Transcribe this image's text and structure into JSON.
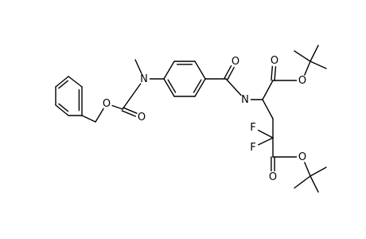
{
  "molecule": {
    "atoms": [
      {
        "id": "ph1",
        "element": "C"
      },
      {
        "id": "ph2",
        "element": "C"
      },
      {
        "id": "ph3",
        "element": "C"
      },
      {
        "id": "ph4",
        "element": "C"
      },
      {
        "id": "ph5",
        "element": "C"
      },
      {
        "id": "ph6",
        "element": "C"
      },
      {
        "id": "ch2_benzyl",
        "element": "C"
      },
      {
        "id": "o_ester",
        "label": "O",
        "element": "O"
      },
      {
        "id": "c_carbamate",
        "element": "C"
      },
      {
        "id": "o_carbonyl1",
        "label": "O",
        "element": "O"
      },
      {
        "id": "n_carbamate",
        "label": "N",
        "element": "N"
      },
      {
        "id": "me_n",
        "element": "C"
      },
      {
        "id": "ar1",
        "element": "C"
      },
      {
        "id": "ar2",
        "element": "C"
      },
      {
        "id": "ar3",
        "element": "C"
      },
      {
        "id": "ar4",
        "element": "C"
      },
      {
        "id": "ar5",
        "element": "C"
      },
      {
        "id": "ar6",
        "element": "C"
      },
      {
        "id": "c_amide",
        "element": "C"
      },
      {
        "id": "o_amide",
        "label": "O",
        "element": "O"
      },
      {
        "id": "n_amide",
        "label": "N",
        "element": "N"
      },
      {
        "id": "c_alpha",
        "element": "C"
      },
      {
        "id": "c_ester1",
        "element": "C"
      },
      {
        "id": "o_ester1_db",
        "label": "O",
        "element": "O"
      },
      {
        "id": "o_ester1",
        "label": "O",
        "element": "O"
      },
      {
        "id": "tbu1_c",
        "element": "C"
      },
      {
        "id": "tbu1_m1",
        "element": "C"
      },
      {
        "id": "tbu1_m2",
        "element": "C"
      },
      {
        "id": "tbu1_m3",
        "element": "C"
      },
      {
        "id": "c_beta",
        "element": "C"
      },
      {
        "id": "c_cf2",
        "element": "C"
      },
      {
        "id": "f1",
        "label": "F",
        "element": "F"
      },
      {
        "id": "f2",
        "label": "F",
        "element": "F"
      },
      {
        "id": "c_ester2",
        "element": "C"
      },
      {
        "id": "o_ester2_db",
        "label": "O",
        "element": "O"
      },
      {
        "id": "o_ester2",
        "label": "O",
        "element": "O"
      },
      {
        "id": "tbu2_c",
        "element": "C"
      },
      {
        "id": "tbu2_m1",
        "element": "C"
      },
      {
        "id": "tbu2_m2",
        "element": "C"
      },
      {
        "id": "tbu2_m3",
        "element": "C"
      }
    ],
    "bonds": [
      {
        "a": "ph1",
        "b": "ph2",
        "order": 1
      },
      {
        "a": "ph2",
        "b": "ph3",
        "order": 2,
        "inner": true
      },
      {
        "a": "ph3",
        "b": "ph4",
        "order": 1
      },
      {
        "a": "ph4",
        "b": "ph5",
        "order": 2,
        "inner": true
      },
      {
        "a": "ph5",
        "b": "ph6",
        "order": 1
      },
      {
        "a": "ph6",
        "b": "ph1",
        "order": 2,
        "inner": true
      },
      {
        "a": "ph1",
        "b": "ch2_benzyl",
        "order": 1
      },
      {
        "a": "ch2_benzyl",
        "b": "o_ester",
        "order": 1
      },
      {
        "a": "o_ester",
        "b": "c_carbamate",
        "order": 1
      },
      {
        "a": "c_carbamate",
        "b": "o_carbonyl1",
        "order": 2
      },
      {
        "a": "c_carbamate",
        "b": "n_carbamate",
        "order": 1
      },
      {
        "a": "n_carbamate",
        "b": "me_n",
        "order": 1
      },
      {
        "a": "n_carbamate",
        "b": "ar1",
        "order": 1
      },
      {
        "a": "ar1",
        "b": "ar2",
        "order": 1
      },
      {
        "a": "ar2",
        "b": "ar3",
        "order": 2,
        "inner": true
      },
      {
        "a": "ar3",
        "b": "ar4",
        "order": 1
      },
      {
        "a": "ar4",
        "b": "ar5",
        "order": 2,
        "inner": true
      },
      {
        "a": "ar5",
        "b": "ar6",
        "order": 1
      },
      {
        "a": "ar6",
        "b": "ar1",
        "order": 2,
        "inner": true
      },
      {
        "a": "ar4",
        "b": "c_amide",
        "order": 1
      },
      {
        "a": "c_amide",
        "b": "o_amide",
        "order": 2
      },
      {
        "a": "c_amide",
        "b": "n_amide",
        "order": 1
      },
      {
        "a": "n_amide",
        "b": "c_alpha",
        "order": 1
      },
      {
        "a": "c_alpha",
        "b": "c_ester1",
        "order": 1
      },
      {
        "a": "c_ester1",
        "b": "o_ester1_db",
        "order": 2
      },
      {
        "a": "c_ester1",
        "b": "o_ester1",
        "order": 1
      },
      {
        "a": "o_ester1",
        "b": "tbu1_c",
        "order": 1
      },
      {
        "a": "tbu1_c",
        "b": "tbu1_m1",
        "order": 1
      },
      {
        "a": "tbu1_c",
        "b": "tbu1_m2",
        "order": 1
      },
      {
        "a": "tbu1_c",
        "b": "tbu1_m3",
        "order": 1
      },
      {
        "a": "c_alpha",
        "b": "c_beta",
        "order": 1
      },
      {
        "a": "c_beta",
        "b": "c_cf2",
        "order": 1
      },
      {
        "a": "c_cf2",
        "b": "f1",
        "order": 1
      },
      {
        "a": "c_cf2",
        "b": "f2",
        "order": 1
      },
      {
        "a": "c_cf2",
        "b": "c_ester2",
        "order": 1
      },
      {
        "a": "c_ester2",
        "b": "o_ester2_db",
        "order": 2
      },
      {
        "a": "c_ester2",
        "b": "o_ester2",
        "order": 1
      },
      {
        "a": "o_ester2",
        "b": "tbu2_c",
        "order": 1
      },
      {
        "a": "tbu2_c",
        "b": "tbu2_m1",
        "order": 1
      },
      {
        "a": "tbu2_c",
        "b": "tbu2_m2",
        "order": 1
      },
      {
        "a": "tbu2_c",
        "b": "tbu2_m3",
        "order": 1
      }
    ]
  }
}
